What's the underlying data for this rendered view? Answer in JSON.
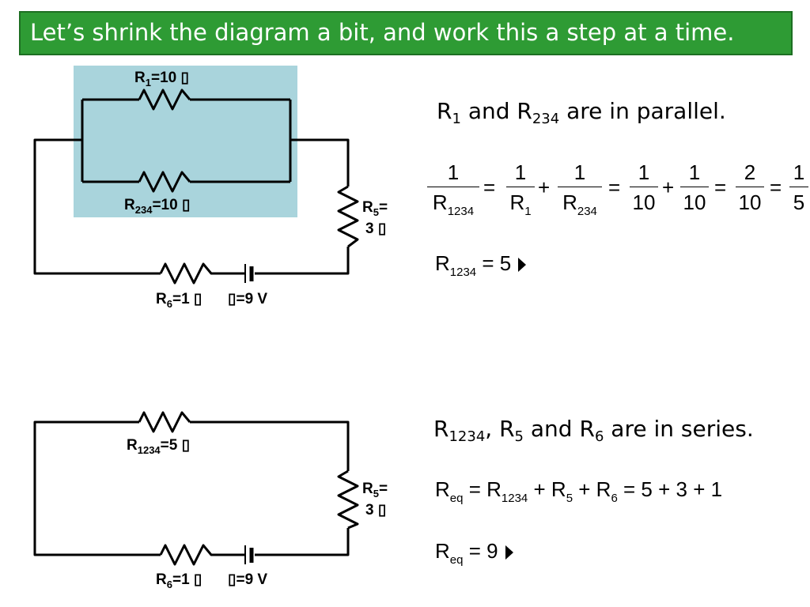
{
  "title": "Let’s shrink the diagram a bit, and work this a step at a time.",
  "circuit1": {
    "r1": {
      "sym": "R",
      "sub": "1",
      "val": "=10 "
    },
    "r234": {
      "sym": "R",
      "sub": "234",
      "val": "=10 "
    },
    "r5": {
      "sym": "R",
      "sub": "5",
      "val": "=",
      "val2": "3 "
    },
    "r6": {
      "sym": "R",
      "sub": "6",
      "val": "=1 "
    },
    "emf": "=9 V"
  },
  "circuit2": {
    "r1234": {
      "sym": "R",
      "sub": "1234",
      "val": "=5 "
    },
    "r5": {
      "sym": "R",
      "sub": "5",
      "val": "=",
      "val2": "3 "
    },
    "r6": {
      "sym": "R",
      "sub": "6",
      "val": "=1 "
    },
    "emf": "=9 V"
  },
  "step1": {
    "heading": {
      "a": "R",
      "a_sub": "1",
      "mid": " and R",
      "b_sub": "234",
      "tail": " are in parallel."
    },
    "eq": {
      "f1": {
        "num": "1",
        "den": "R",
        "den_sub": "1234"
      },
      "f2": {
        "num": "1",
        "den": "R",
        "den_sub": "1"
      },
      "f3": {
        "num": "1",
        "den": "R",
        "den_sub": "234"
      },
      "f4": {
        "num": "1",
        "den": "10"
      },
      "f5": {
        "num": "1",
        "den": "10"
      },
      "f6": {
        "num": "2",
        "den": "10"
      },
      "f7": {
        "num": "1",
        "den": "5"
      },
      "eq_sign": "=",
      "plus_sign": "+"
    },
    "result": {
      "sym": "R",
      "sub": "1234",
      "rest": " = 5 "
    }
  },
  "step2": {
    "heading": {
      "a": "R",
      "a_sub": "1234",
      "mid1": ", R",
      "b_sub": "5",
      "mid2": " and R",
      "c_sub": "6",
      "tail": " are in series."
    },
    "eq": {
      "lhs": "R",
      "lhs_sub": "eq",
      "p1": " = R",
      "p1_sub": "1234",
      "p2": " + R",
      "p2_sub": "5",
      "p3": " + R",
      "p3_sub": "6",
      "rhs": " = 5 + 3 + 1"
    },
    "result": {
      "sym": "R",
      "sub": "eq",
      "rest": " = 9 "
    }
  },
  "colors": {
    "title_bg": "#2e9b34",
    "highlight": "#a9d4dc"
  }
}
